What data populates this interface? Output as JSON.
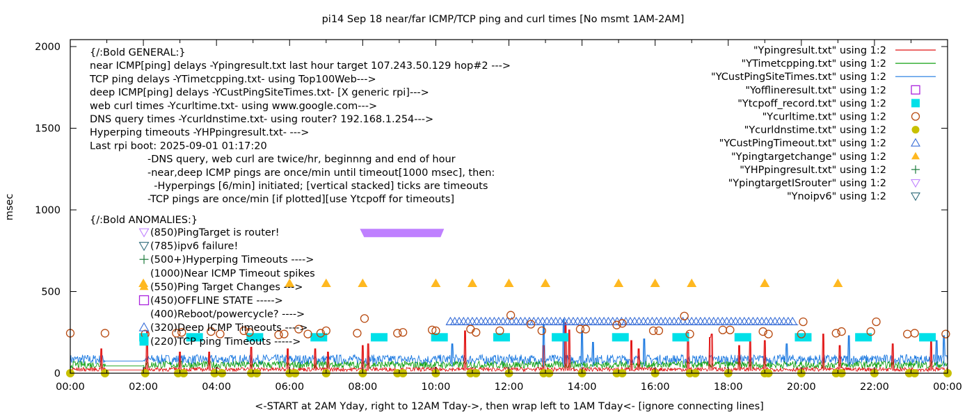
{
  "chart_data": {
    "type": "scatter",
    "title": "pi14 Sep 18  near/far ICMP/TCP ping and curl times [No msmt 1AM-2AM]",
    "xlabel": "<-START at 2AM Yday, right to 12AM Tday->, then wrap left to 1AM Tday<- [ignore connecting lines]",
    "ylabel": "msec",
    "xlim": [
      0,
      24
    ],
    "ylim": [
      0,
      2050
    ],
    "x_ticks": [
      "00:00",
      "02:00",
      "04:00",
      "06:00",
      "08:00",
      "10:00",
      "12:00",
      "14:00",
      "16:00",
      "18:00",
      "20:00",
      "22:00",
      "00:00"
    ],
    "y_ticks": [
      "0",
      "500",
      "1000",
      "1500",
      "2000"
    ],
    "y_tick_values": [
      0,
      500,
      1000,
      1500,
      2000
    ],
    "grid": false,
    "legend_position": "top-right",
    "annotations": {
      "general_header": "{/:Bold GENERAL:}",
      "general_lines": [
        "near ICMP[ping] delays -Ypingresult.txt last hour target 107.243.50.129 hop#2 --->",
        "TCP ping delays -YTimetcpping.txt- using Top100Web--->",
        "deep ICMP[ping] delays -YCustPingSiteTimes.txt- [X generic rpi]--->",
        "web curl times -Ycurltime.txt- using www.google.com--->",
        "DNS query times -Ycurldnstime.txt- using router? 192.168.1.254--->",
        "Hyperping timeouts -YHPpingresult.txt- --->",
        "Last rpi boot: 2025-09-01 01:17:20"
      ],
      "notes": [
        "-DNS query, web curl are twice/hr, beginnng and end of hour",
        "-near,deep ICMP pings are once/min until timeout[1000 msec], then:",
        "  -Hyperpings [6/min] initiated; [vertical stacked] ticks are timeouts",
        "-TCP pings are once/min [if plotted][use Ytcpoff for timeouts]"
      ],
      "anomalies_header": "{/:Bold ANOMALIES:}",
      "anomalies": [
        {
          "marker": "tri-down-open",
          "color": "#bf80ff",
          "text": "(850)PingTarget is router!"
        },
        {
          "marker": "tri-down-open",
          "color": "#2f6b7a",
          "text": "(785)ipv6 failure!"
        },
        {
          "marker": "plus",
          "color": "#1a7a3a",
          "text": "(500+)Hyperping Timeouts ---->"
        },
        {
          "marker": "none",
          "color": "",
          "text": "(1000)Near ICMP Timeout spikes"
        },
        {
          "marker": "tri-up-filled",
          "color": "#ffb820",
          "text": "(550)Ping Target Changes --->"
        },
        {
          "marker": "square-open",
          "color": "#aa22dd",
          "text": "(450)OFFLINE STATE ----->"
        },
        {
          "marker": "none",
          "color": "",
          "text": "(400)Reboot/powercycle? ---->"
        },
        {
          "marker": "tri-up-open",
          "color": "#3a6fd8",
          "text": "(320)Deep ICMP Timeouts ---->"
        },
        {
          "marker": "square-filled",
          "color": "#00e0e8",
          "text": "(220)TCP ping Timeouts ----->"
        }
      ]
    },
    "legend": [
      {
        "label": "\"Ypingresult.txt\" using 1:2",
        "style": "line",
        "color": "#e01010"
      },
      {
        "label": "\"YTimetcpping.txt\" using 1:2",
        "style": "line",
        "color": "#10a010"
      },
      {
        "label": "\"YCustPingSiteTimes.txt\" using 1:2",
        "style": "line",
        "color": "#1a78e0"
      },
      {
        "label": "\"Yofflineresult.txt\" using 1:2",
        "style": "square-open",
        "color": "#aa22dd"
      },
      {
        "label": "\"Ytcpoff_record.txt\" using 1:2",
        "style": "square-filled",
        "color": "#00e0e8"
      },
      {
        "label": "\"Ycurltime.txt\" using 1:2",
        "style": "circle-open",
        "color": "#b84a10"
      },
      {
        "label": "\"Ycurldnstime.txt\" using 1:2",
        "style": "circle-filled",
        "color": "#c8c000"
      },
      {
        "label": "\"YCustPingTimeout.txt\" using 1:2",
        "style": "tri-up-open",
        "color": "#3a6fd8"
      },
      {
        "label": "\"Ypingtargetchange\" using 1:2",
        "style": "tri-up-filled",
        "color": "#ffb820"
      },
      {
        "label": "\"YHPpingresult.txt\" using 1:2",
        "style": "plus",
        "color": "#1a7a3a"
      },
      {
        "label": "\"YpingtargetISrouter\" using 1:2",
        "style": "tri-down-open",
        "color": "#bf80ff"
      },
      {
        "label": "\"Ynoipv6\" using 1:2",
        "style": "tri-down-open",
        "color": "#2f6b7a"
      }
    ],
    "series": [
      {
        "name": "Ypingtargetchange",
        "y": 550,
        "x": [
          2.0,
          6.0,
          7.0,
          8.0,
          10.0,
          11.0,
          12.0,
          13.0,
          15.0,
          16.0,
          17.0,
          19.0,
          21.0
        ]
      },
      {
        "name": "Ytcpoff_record",
        "y": 220,
        "x": [
          2.0,
          3.4,
          5.05,
          6.8,
          8.45,
          10.1,
          11.8,
          13.4,
          15.05,
          16.7,
          18.4,
          20.05,
          21.7,
          23.45
        ]
      },
      {
        "name": "YpingtargetISrouter",
        "y": 850,
        "x_range": [
          8.0,
          10.15
        ]
      },
      {
        "name": "YCustPingTimeout",
        "y": 320,
        "x_range": [
          10.4,
          19.8
        ]
      },
      {
        "name": "Ycurldnstime",
        "y": 0,
        "x": [
          0.0,
          0.95,
          2.05,
          2.95,
          3.1,
          3.95,
          4.15,
          4.95,
          5.1,
          6.0,
          6.15,
          7.0,
          8.0,
          8.95,
          9.1,
          10.0,
          10.95,
          11.1,
          12.0,
          12.95,
          13.1,
          14.0,
          14.95,
          15.1,
          16.0,
          16.95,
          17.1,
          18.0,
          19.0,
          19.1,
          20.0,
          20.95,
          21.1,
          22.0,
          22.95,
          23.1,
          24.0
        ]
      },
      {
        "name": "Ycurltime",
        "points": [
          [
            0.0,
            245
          ],
          [
            0.95,
            245
          ],
          [
            2.05,
            240
          ],
          [
            2.9,
            245
          ],
          [
            3.05,
            250
          ],
          [
            3.85,
            255
          ],
          [
            4.1,
            240
          ],
          [
            4.75,
            260
          ],
          [
            4.9,
            250
          ],
          [
            5.7,
            235
          ],
          [
            5.85,
            240
          ],
          [
            6.25,
            270
          ],
          [
            6.5,
            240
          ],
          [
            6.85,
            245
          ],
          [
            7.0,
            260
          ],
          [
            7.85,
            245
          ],
          [
            8.05,
            335
          ],
          [
            8.95,
            245
          ],
          [
            9.1,
            250
          ],
          [
            9.9,
            265
          ],
          [
            10.0,
            260
          ],
          [
            10.95,
            270
          ],
          [
            11.1,
            250
          ],
          [
            11.75,
            260
          ],
          [
            12.05,
            355
          ],
          [
            12.6,
            300
          ],
          [
            12.9,
            260
          ],
          [
            13.95,
            270
          ],
          [
            14.1,
            270
          ],
          [
            14.95,
            295
          ],
          [
            15.1,
            305
          ],
          [
            15.95,
            260
          ],
          [
            16.1,
            260
          ],
          [
            16.8,
            350
          ],
          [
            16.95,
            240
          ],
          [
            17.85,
            265
          ],
          [
            18.05,
            265
          ],
          [
            18.95,
            255
          ],
          [
            19.1,
            240
          ],
          [
            20.0,
            240
          ],
          [
            20.05,
            315
          ],
          [
            20.95,
            245
          ],
          [
            21.1,
            255
          ],
          [
            21.9,
            255
          ],
          [
            22.05,
            315
          ],
          [
            22.9,
            240
          ],
          [
            23.1,
            245
          ],
          [
            23.95,
            240
          ]
        ]
      },
      {
        "name": "Ypingresult_spikes",
        "x": [
          0.85,
          2.1,
          3.0,
          3.8,
          4.95,
          5.95,
          6.7,
          7.05,
          8.0,
          8.15,
          10.8,
          12.95,
          13.55,
          13.65,
          15.35,
          15.55,
          16.9,
          17.5,
          17.55,
          18.3,
          18.6,
          19.0,
          20.6,
          21.05,
          22.5,
          23.55
        ],
        "peak_msec": [
          150,
          260,
          130,
          130,
          160,
          150,
          150,
          130,
          170,
          180,
          260,
          170,
          310,
          265,
          200,
          150,
          250,
          220,
          240,
          170,
          200,
          200,
          240,
          170,
          180,
          200
        ]
      },
      {
        "name": "YCustPingSiteTimes_spikes",
        "x": [
          10.45,
          12.95,
          13.5,
          14.0,
          14.3,
          15.7,
          19.6,
          21.3,
          23.7,
          23.9
        ],
        "peak_msec": [
          180,
          300,
          330,
          260,
          190,
          210,
          180,
          230,
          200,
          230
        ]
      }
    ],
    "baselines_msec": {
      "Ypingresult": 20,
      "YTimetcpping": 45,
      "YCustPingSiteTimes": 75
    }
  }
}
